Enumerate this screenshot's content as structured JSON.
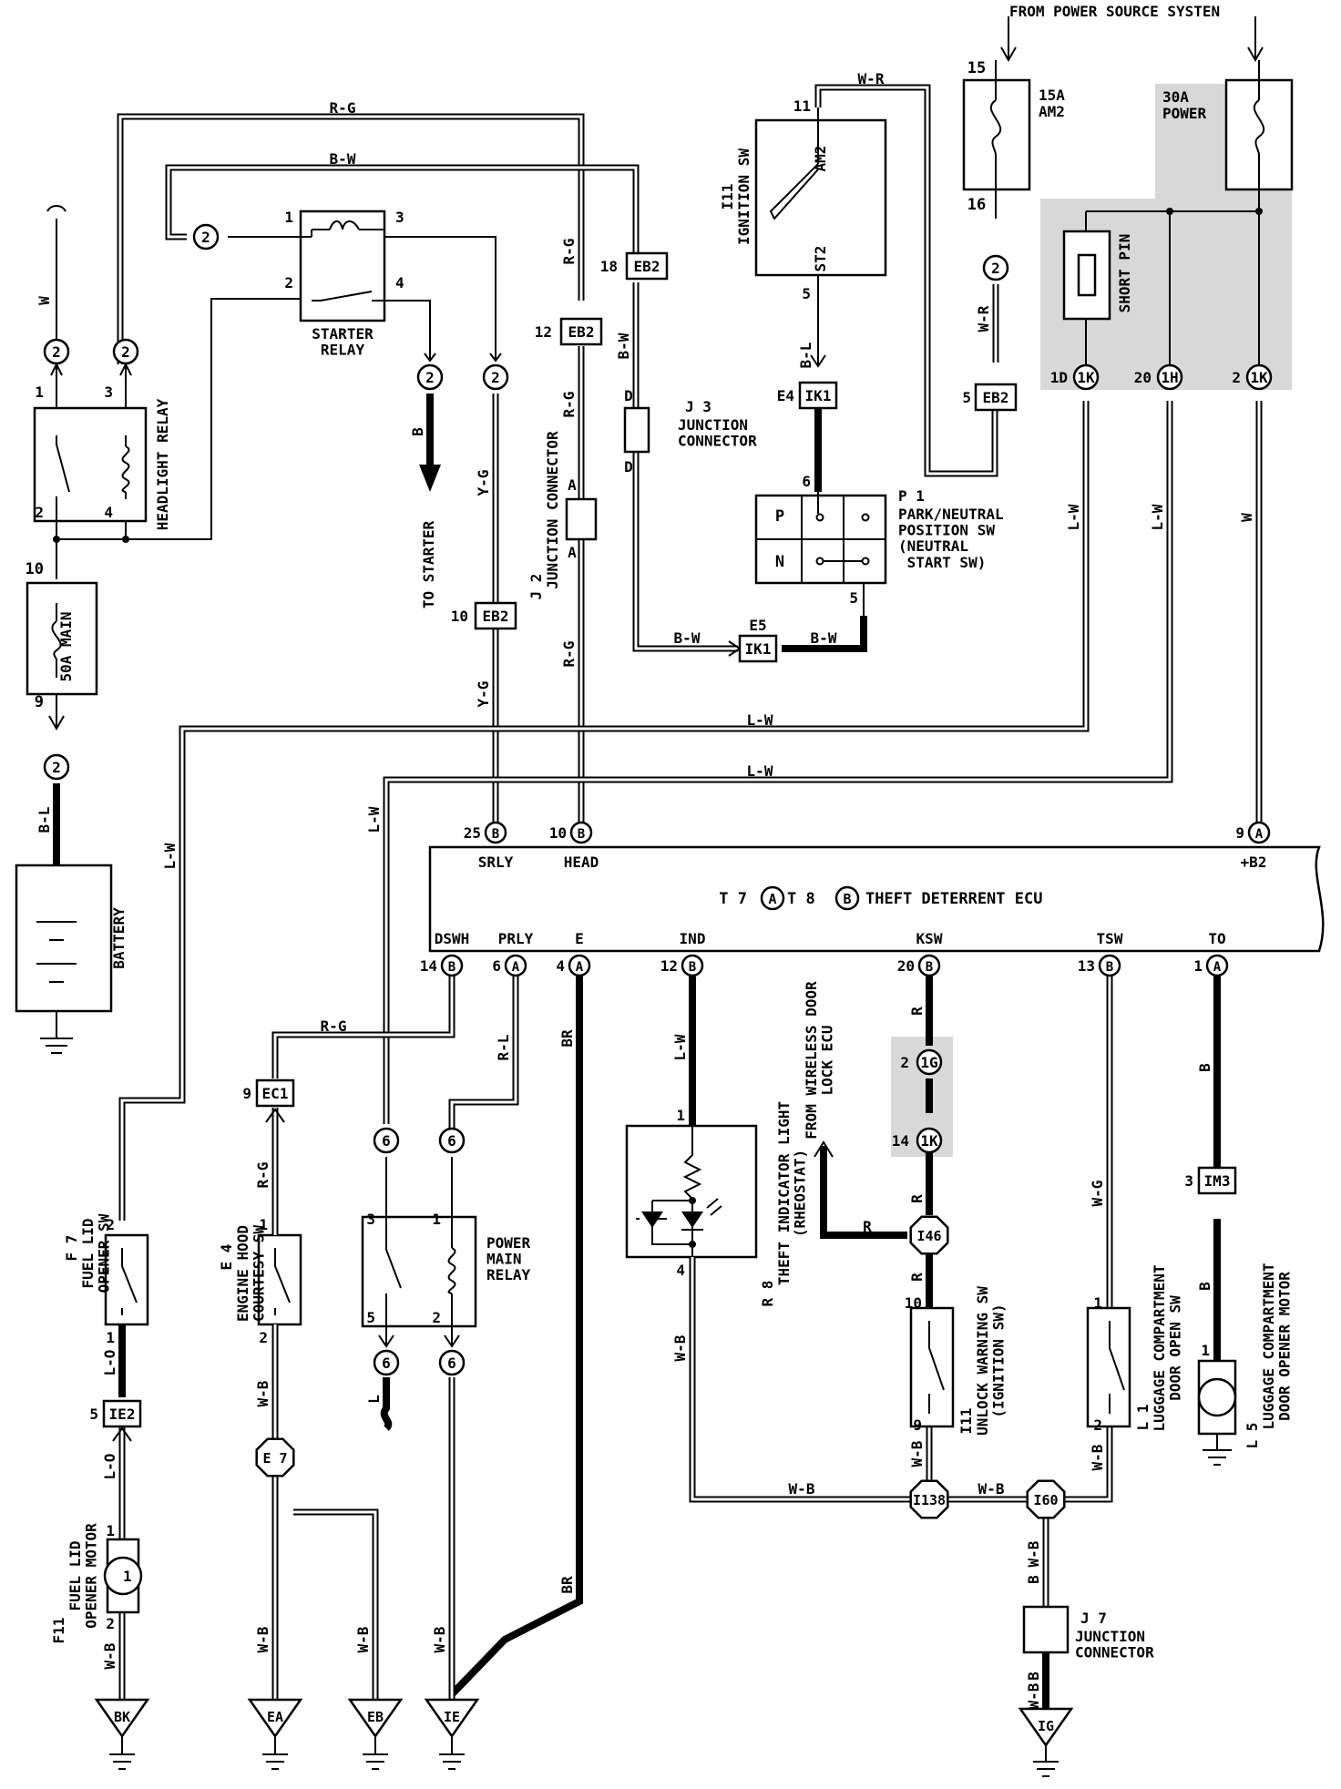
{
  "header": {
    "power_source": "FROM POWER SOURCE SYSTEN"
  },
  "fuses": {
    "am2": {
      "label_a": "15A",
      "label_b": "AM2",
      "pin_in": "15",
      "pin_out": "16"
    },
    "power": {
      "label_a": "30A",
      "label_b": "POWER"
    },
    "main": {
      "label": "50A MAIN",
      "pin_in": "10",
      "pin_out": "9"
    }
  },
  "wires": {
    "rg": "R-G",
    "bw": "B-W",
    "wr": "W-R",
    "w": "W",
    "bl": "B-L",
    "b": "B",
    "yg": "Y-G",
    "lw": "L-W",
    "rl": "R-L",
    "br": "BR",
    "r": "R",
    "wb": "W-B",
    "wg": "W-G",
    "lo": "L-O",
    "l": "L"
  },
  "relays": {
    "starter": {
      "name": "STARTER\nRELAY",
      "p1": "1",
      "p2": "2",
      "p3": "3",
      "p4": "4"
    },
    "headlight": {
      "name": "HEADLIGHT RELAY",
      "p1": "1",
      "p2": "2",
      "p3": "3",
      "p4": "4"
    },
    "power_main": {
      "name": "POWER\nMAIN\nRELAY",
      "p1": "1",
      "p2": "2",
      "p3": "3",
      "p5": "5"
    }
  },
  "ignition": {
    "code": "I11",
    "name": "IGNITION SW",
    "am2": "AM2",
    "st2": "ST2",
    "pin11": "11",
    "pin5": "5"
  },
  "short_pin": {
    "name": "SHORT PIN"
  },
  "junctions": {
    "j3": {
      "code": "J 3",
      "name": "JUNCTION\nCONNECTOR",
      "d": "D"
    },
    "j2": {
      "code": "J 2",
      "name": "JUNCTION CONNECTOR",
      "a": "A"
    },
    "j7": {
      "code": "J 7",
      "name": "JUNCTION\nCONNECTOR"
    }
  },
  "pnp": {
    "code": "P 1",
    "name": "PARK/NEUTRAL\nPOSITION SW\n(NEUTRAL\n START SW)",
    "p": "P",
    "n": "N",
    "pin6": "6",
    "pin5": "5"
  },
  "connectors": {
    "eb2": "EB2",
    "ik1": "IK1",
    "ie2": "IE2",
    "eci": "EC1",
    "im3": "IM3",
    "i46": "I46",
    "i138": "I138",
    "i60": "I60",
    "e7": "E 7",
    "n2": "2",
    "n6": "6",
    "n1k": "1K",
    "n1h": "1H",
    "n1g": "1G",
    "n18": "18",
    "n12": "12",
    "n10": "10",
    "n5": "5",
    "e4": "E4",
    "e5": "E5",
    "n3": "3",
    "n9": "9",
    "n14": "14",
    "n1d": "1D",
    "n20": "20"
  },
  "ecu": {
    "title": "T 7 (A), T 8 (B) THEFT DETERRENT ECU",
    "title_t7": "T 7",
    "title_t8": "T 8",
    "title_name": "THEFT DETERRENT ECU",
    "ca": "A",
    "cb": "B",
    "top": [
      {
        "pin": "25",
        "conn": "B",
        "name": "SRLY"
      },
      {
        "pin": "10",
        "conn": "B",
        "name": "HEAD"
      },
      {
        "pin": "9",
        "conn": "A",
        "name": "+B2"
      }
    ],
    "bottom": [
      {
        "pin": "14",
        "conn": "B",
        "name": "DSWH"
      },
      {
        "pin": "6",
        "conn": "A",
        "name": "PRLY"
      },
      {
        "pin": "4",
        "conn": "A",
        "name": "E"
      },
      {
        "pin": "12",
        "conn": "B",
        "name": "IND"
      },
      {
        "pin": "20",
        "conn": "B",
        "name": "KSW"
      },
      {
        "pin": "13",
        "conn": "B",
        "name": "TSW"
      },
      {
        "pin": "1",
        "conn": "A",
        "name": "TO"
      }
    ]
  },
  "components": {
    "battery": "BATTERY",
    "to_starter": "TO STARTER",
    "f7": {
      "code": "F 7",
      "name": "FUEL LID\nOPENER SW",
      "p1": "1",
      "p2": "2"
    },
    "f11": {
      "code": "F11",
      "name": "FUEL LID\nOPENER MOTOR",
      "p1": "1",
      "p2": "2"
    },
    "e4": {
      "code": "E 4",
      "name": "ENGINE HOOD\nCOURTESY SW",
      "p1": "1",
      "p2": "2"
    },
    "r8": {
      "code": "R 8",
      "name": "THEFT INDICATOR LIGHT\n(RHEOSTAT)",
      "p1": "1",
      "p4": "4"
    },
    "wireless": "FROM WIRELESS DOOR\nLOCK ECU",
    "i11u": {
      "code": "I11",
      "name": "UNLOCK WARNING SW\n(IGNITION SW)",
      "p10": "10",
      "p9": "9"
    },
    "l1": {
      "code": "L 1",
      "name": "LUGGAGE COMPARTMENT\nDOOR OPEN SW",
      "p1": "1",
      "p2": "2"
    },
    "l5": {
      "code": "L 5",
      "name": "LUGGAGE COMPARTMENT\nDOOR OPENER MOTOR",
      "p1": "1"
    }
  },
  "grounds": [
    "BK",
    "EA",
    "EB",
    "IE",
    "IG"
  ]
}
